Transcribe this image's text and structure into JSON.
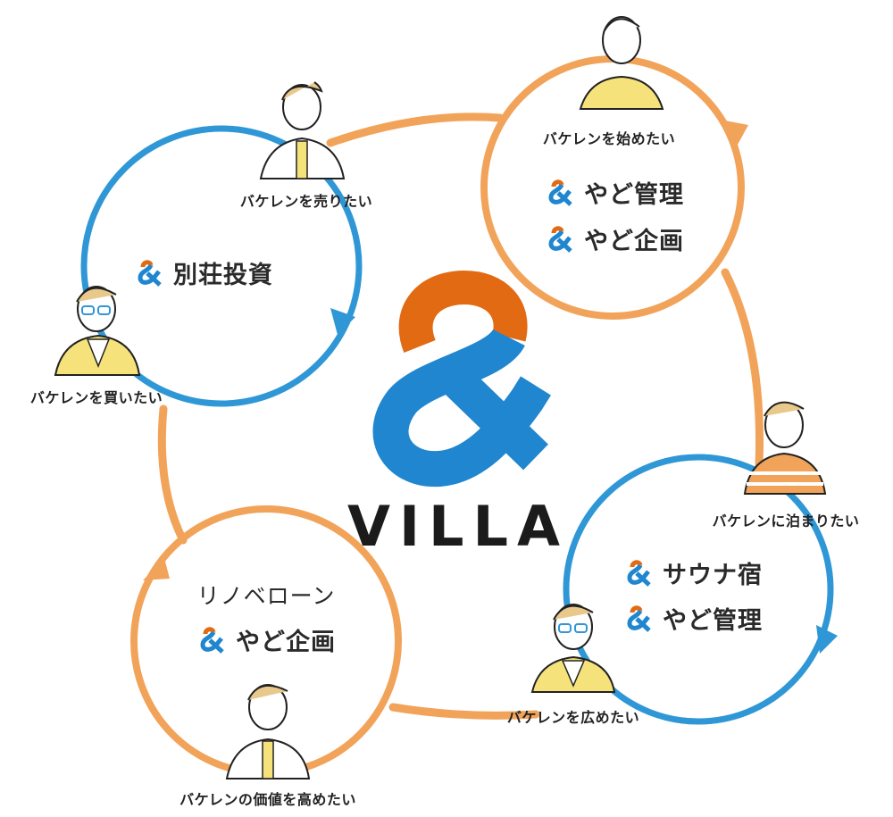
{
  "center": {
    "logo_icon": "ampersand-logo-icon",
    "word": "VILLA"
  },
  "colors": {
    "blue": "#2f97d6",
    "orange": "#f2a35a",
    "logo_orange": "#e26a12",
    "logo_blue": "#1f86cf",
    "yellow": "#f6e27a"
  },
  "cycles": {
    "top_right": {
      "caption": "バケレンを始めたい",
      "services": [
        "やど管理",
        "やど企画"
      ]
    },
    "top_left": {
      "sell": "バケレンを売りたい",
      "buy": "バケレンを買いたい",
      "services": [
        "別荘投資"
      ]
    },
    "bottom_right": {
      "stay": "バケレンに泊まりたい",
      "spread": "バケレンを広めたい",
      "services": [
        "サウナ宿",
        "やど管理"
      ]
    },
    "bottom_left": {
      "title": "リノベローン",
      "services": [
        "やど企画"
      ],
      "value": "バケレンの価値を高めたい"
    }
  }
}
